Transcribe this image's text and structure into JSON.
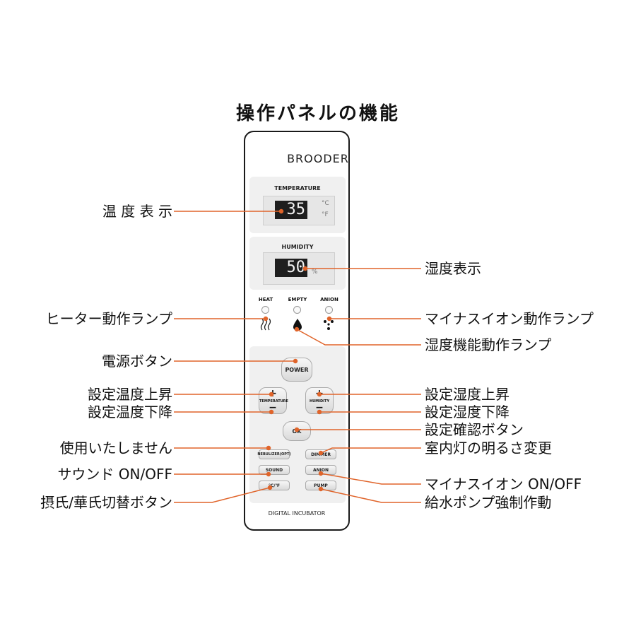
{
  "title": "操作パネルの機能",
  "panel": {
    "brand": "BROODER",
    "temperature_label": "TEMPERATURE",
    "temperature_value": "35",
    "unit_c": "°C",
    "unit_f": "°F",
    "humidity_label": "HUMIDITY",
    "humidity_value": "50",
    "unit_pct": "%",
    "lamps": {
      "heat": "HEAT",
      "empty": "EMPTY",
      "anion": "ANION"
    },
    "buttons": {
      "power": "POWER",
      "temperature": "TEMPERATURE",
      "humidity": "HUMIDITY",
      "plus": "+",
      "minus": "−",
      "ok": "OK",
      "nebulizer": "NEBULIZER(OPT)",
      "dimmer": "DIMMER",
      "sound": "SOUND",
      "anion": "ANION",
      "cf": "℃/℉",
      "pump": "PUMP"
    },
    "footer": "DIGITAL INCUBATOR"
  },
  "callouts": {
    "left": {
      "temp_display": "温 度 表 示",
      "heater_lamp": "ヒーター動作ランプ",
      "power_button": "電源ボタン",
      "temp_up": "設定温度上昇",
      "temp_down": "設定温度下降",
      "unused": "使用いたしません",
      "sound": "サウンド ON/OFF",
      "cf_switch": "摂氏/華氏切替ボタン"
    },
    "right": {
      "humidity_display": "湿度表示",
      "anion_lamp": "マイナスイオン動作ランプ",
      "humidity_lamp": "湿度機能動作ランプ",
      "hum_up": "設定湿度上昇",
      "hum_down": "設定湿度下降",
      "ok_button": "設定確認ボタン",
      "dimmer": "室内灯の明るさ変更",
      "anion_toggle": "マイナスイオン ON/OFF",
      "pump": "給水ポンプ強制作動"
    }
  },
  "colors": {
    "leader_line": "#e0642a",
    "lcd_bg": "#1e1e1e",
    "panel_border": "#1a1a1a"
  }
}
